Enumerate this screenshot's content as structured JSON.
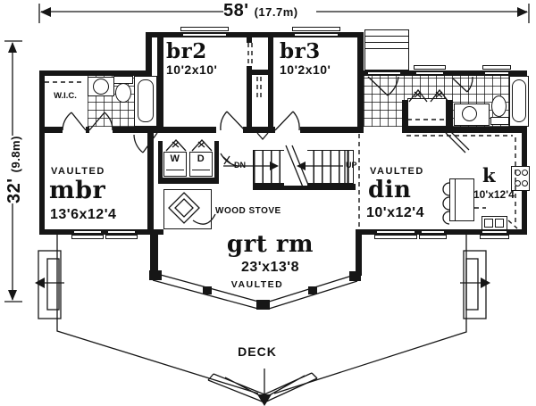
{
  "dim": {
    "w_big": "58'",
    "w_small": "(17.7m)",
    "h_big": "32'",
    "h_small": "(9.8m)"
  },
  "rooms": {
    "br2": {
      "name": "br2",
      "size": "10'2x10'"
    },
    "br3": {
      "name": "br3",
      "size": "10'2x10'"
    },
    "wic": {
      "name": "W.I.C."
    },
    "mbr": {
      "ceiling": "VAULTED",
      "name": "mbr",
      "size": "13'6x12'4"
    },
    "din": {
      "ceiling": "VAULTED",
      "name": "din",
      "size": "10'x12'4"
    },
    "kitchen": {
      "name": "k",
      "size": "10'x12'4"
    },
    "great_room": {
      "name": "grt rm",
      "size": "23'x13'8",
      "ceiling": "VAULTED"
    },
    "deck": {
      "name": "DECK"
    }
  },
  "fixtures": {
    "wood_stove": "WOOD STOVE",
    "washer": "W",
    "dryer": "D"
  },
  "stairs": {
    "down": "DN",
    "up": "UP"
  },
  "colors": {
    "ink": "#161616",
    "paper": "#ffffff"
  }
}
